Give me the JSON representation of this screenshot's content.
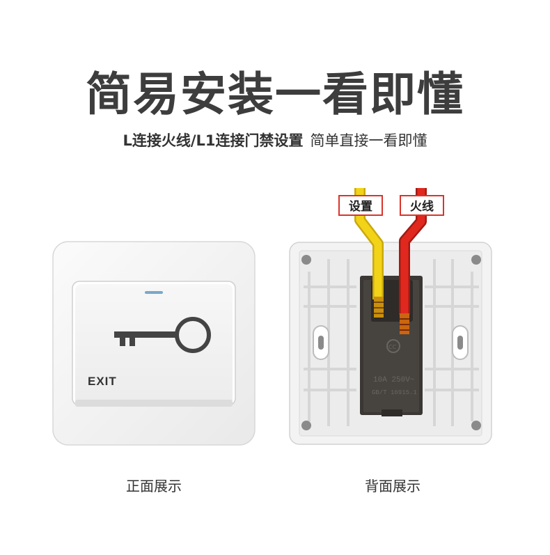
{
  "headline": "简易安装一看即懂",
  "subline": {
    "bold": "L连接火线/L1连接门禁设置",
    "normal": "简单直接一看即懂"
  },
  "front": {
    "exit_label": "EXIT",
    "caption": "正面展示"
  },
  "back": {
    "caption": "背面展示",
    "tag_setting": "设置",
    "tag_live": "火线",
    "rating_text": "10A 250V~",
    "standard_text": "GB/T 16915.1"
  },
  "colors": {
    "wire_yellow": "#f2d318",
    "wire_red": "#e0281e",
    "tag_border": "#d9342b"
  }
}
